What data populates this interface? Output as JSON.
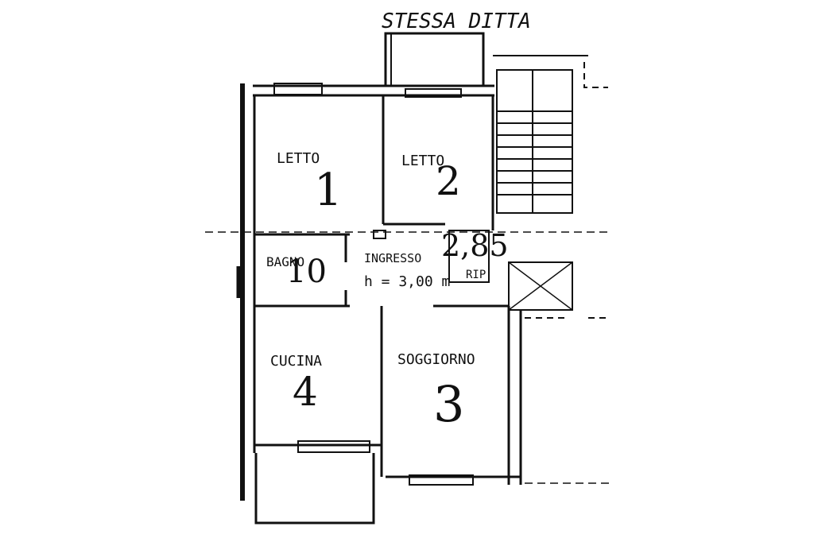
{
  "header": {
    "text": "STESSA DITTA"
  },
  "rooms": {
    "letto1": {
      "label": "LETTO",
      "number": "1"
    },
    "letto2": {
      "label": "LETTO",
      "number": "2"
    },
    "bagno": {
      "label": "BAGNO",
      "number": "10"
    },
    "ingresso": {
      "label": "INGRESSO",
      "height_note": "h = 3,00 m",
      "height_value": "2,85"
    },
    "rip": {
      "label": "RIP"
    },
    "cucina": {
      "label": "CUCINA",
      "number": "4"
    },
    "soggiorno": {
      "label": "SOGGIORNO",
      "number": "3"
    }
  },
  "colors": {
    "ink": "#111111",
    "paper": "#ffffff"
  }
}
